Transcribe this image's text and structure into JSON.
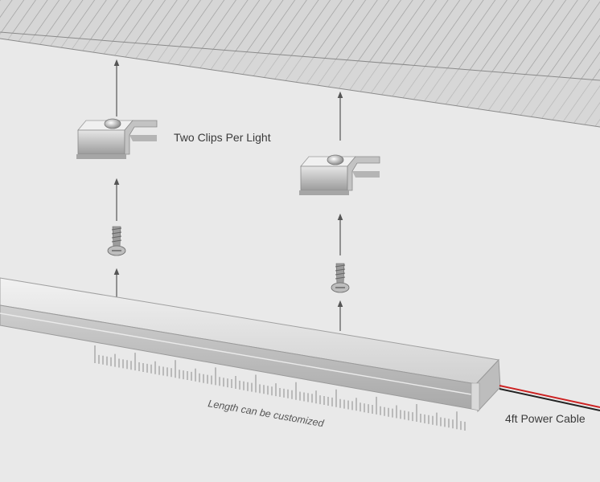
{
  "labels": {
    "clips": "Two Clips Per Light",
    "length": "Length can be customized",
    "cable": "4ft Power Cable"
  },
  "colors": {
    "background": "#e9e9e9",
    "ceiling_face": "#d6d6d6",
    "ceiling_edge": "#c4c4c4",
    "hatch": "#9a9a9a",
    "arrow": "#555555",
    "light_bar": "#d2d2d2",
    "cable_red": "#cc2222",
    "cable_black": "#222222"
  },
  "icons": {
    "clip": "mounting-clip-icon",
    "screw": "screw-icon",
    "arrow": "arrow-up-icon"
  }
}
